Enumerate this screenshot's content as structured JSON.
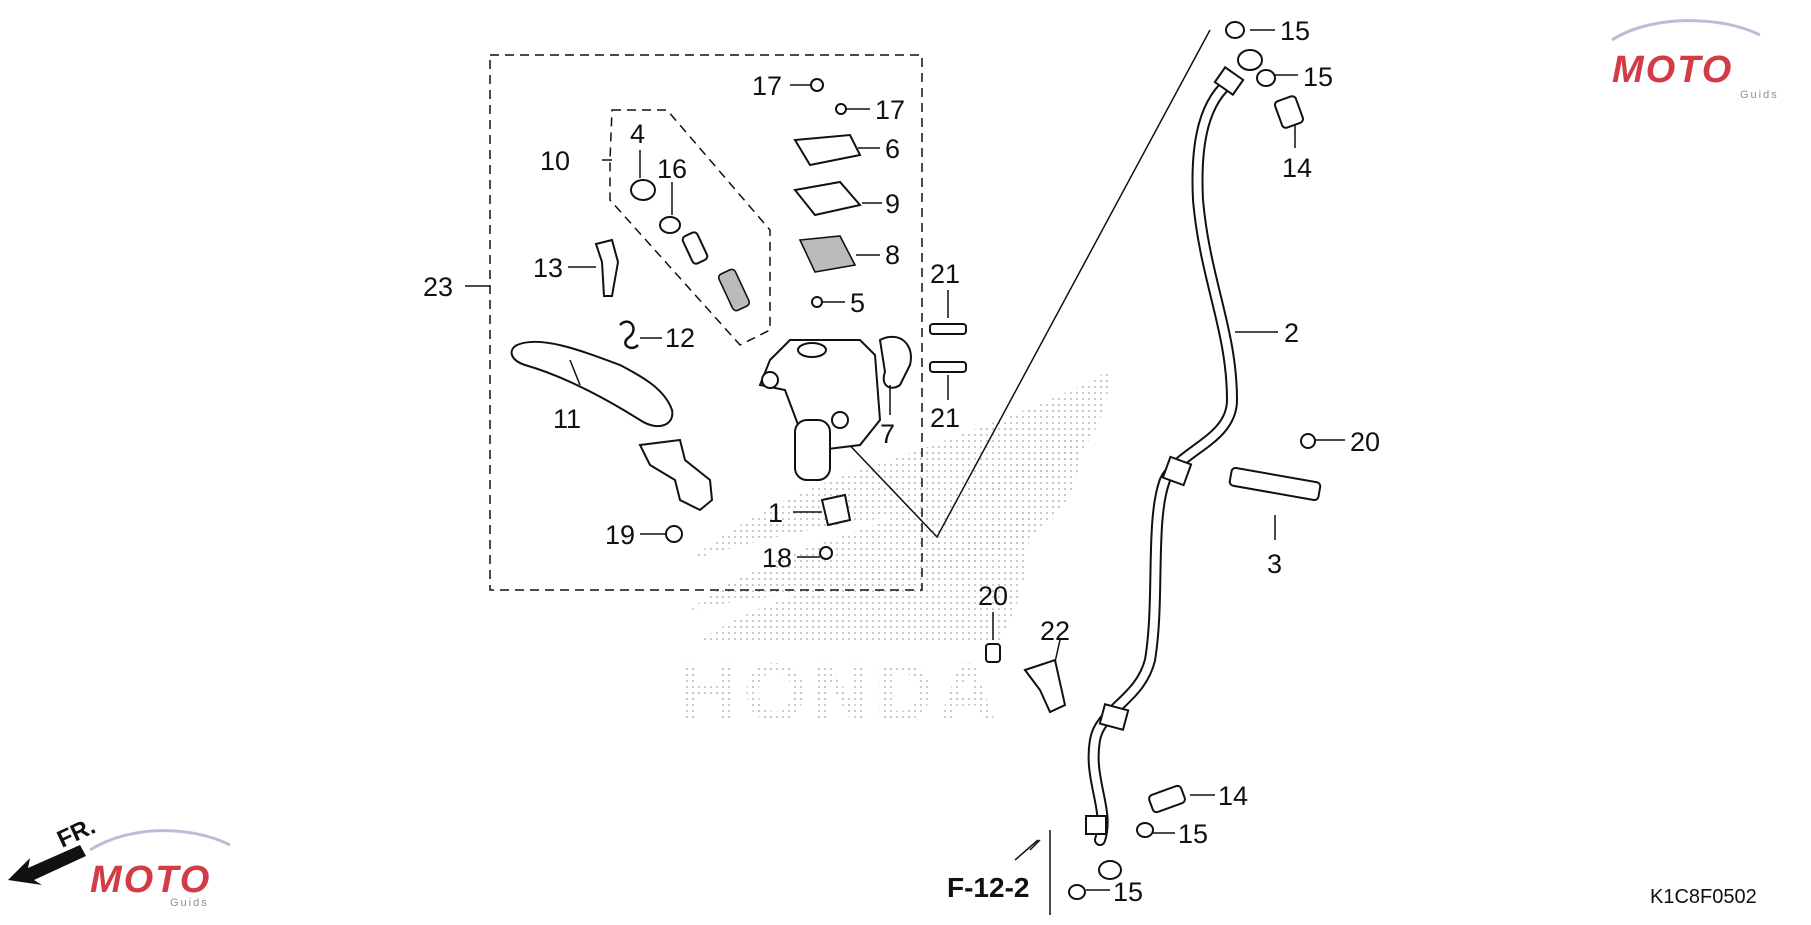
{
  "diagram_code": "K1C8F0502",
  "reference_label": "F-12-2",
  "direction_label": "FR.",
  "watermark": {
    "brand_text": "MOTO",
    "sub_text": "Guids",
    "color": "#d23c46"
  },
  "background_brand_text": "HONDA",
  "callouts": {
    "c1": "1",
    "c2": "2",
    "c3": "3",
    "c4": "4",
    "c5": "5",
    "c6": "6",
    "c7": "7",
    "c8": "8",
    "c9": "9",
    "c10": "10",
    "c11": "11",
    "c12": "12",
    "c13": "13",
    "c14a": "14",
    "c14b": "14",
    "c15a": "15",
    "c15b": "15",
    "c15c": "15",
    "c15d": "15",
    "c16": "16",
    "c17a": "17",
    "c17b": "17",
    "c18": "18",
    "c19": "19",
    "c20a": "20",
    "c20b": "20",
    "c21a": "21",
    "c21b": "21",
    "c22": "22",
    "c23": "23"
  }
}
